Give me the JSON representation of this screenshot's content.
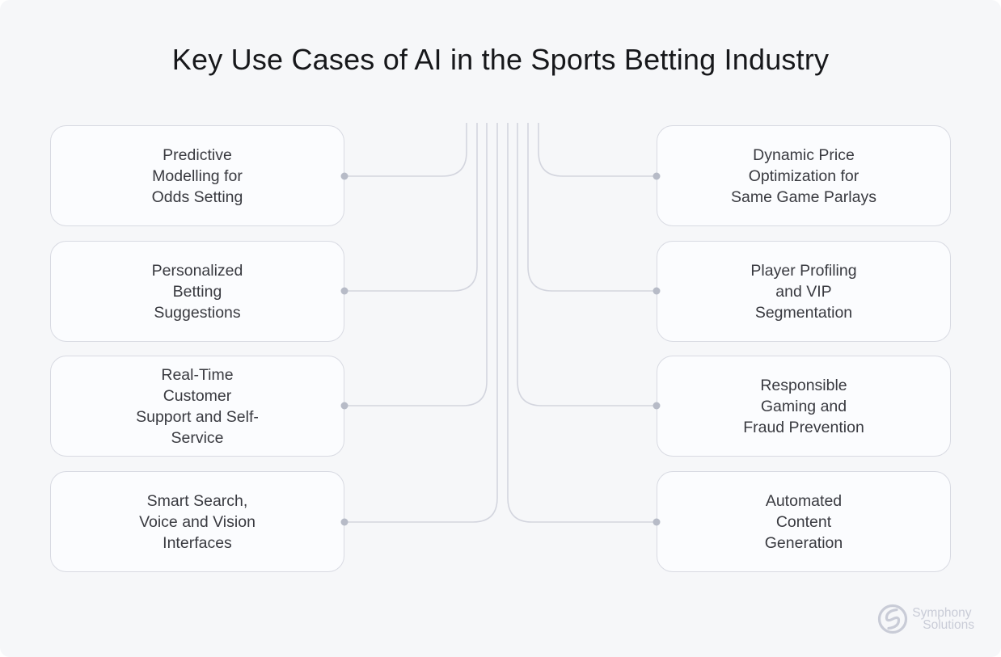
{
  "title": "Key Use Cases of AI in the Sports Betting Industry",
  "diagram": {
    "left_nodes": [
      {
        "label": "Predictive\nModelling for\nOdds Setting"
      },
      {
        "label": "Personalized\nBetting\nSuggestions"
      },
      {
        "label": "Real-Time\nCustomer\nSupport and Self-\nService"
      },
      {
        "label": "Smart Search,\nVoice and Vision\nInterfaces"
      }
    ],
    "right_nodes": [
      {
        "label": "Dynamic Price\nOptimization for\nSame Game Parlays"
      },
      {
        "label": "Player Profiling\nand VIP\nSegmentation"
      },
      {
        "label": "Responsible\nGaming and\nFraud Prevention"
      },
      {
        "label": "Automated\nContent\nGeneration"
      }
    ]
  },
  "branding": {
    "line1": "Symphony",
    "line2": "Solutions"
  },
  "colors": {
    "card_background": "#f6f7f9",
    "node_background": "#fbfcfe",
    "node_border": "#d8dae2",
    "node_text": "#393a40",
    "title_text": "#17181b",
    "connector_line": "#d3d5de",
    "connector_dot": "#b7bbc7",
    "logo": "#c9ccd7"
  }
}
